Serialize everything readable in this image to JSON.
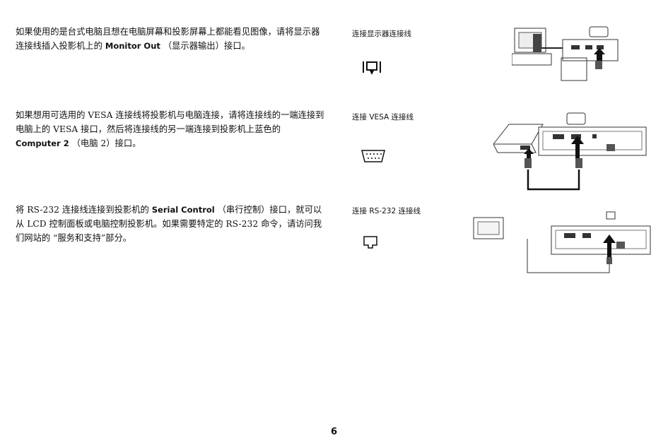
{
  "sections": [
    {
      "text_before": "如果使用的是台式电脑且想在电脑屏幕和投影屏幕上都能看见图像，请将显示器连接线插入投影机上的 ",
      "bold": "Monitor Out",
      "text_after": " （显示器输出）接口。",
      "heading": "连接显示器连接线",
      "icon": "monitor-out-icon"
    },
    {
      "text_before": "如果想用可选用的 VESA 连接线将投影机与电脑连接，请将连接线的一端连接到电脑上的 VESA 接口，然后将连接线的另一端连接到投影机上蓝色的 ",
      "bold": "Computer 2",
      "text_after": " （电脑 2）接口。",
      "heading": "连接 VESA 连接线",
      "icon": "vga-port-icon"
    },
    {
      "text_before": "将 RS-232 连接线连接到投影机的 ",
      "bold": "Serial Control",
      "text_after": " （串行控制）接口，就可以从 LCD 控制面板或电脑控制投影机。如果需要特定的 RS-232 命令，请访问我们网站的 “服务和支持”部分。",
      "heading": "连接 RS-232 连接线",
      "icon": "serial-port-icon"
    }
  ],
  "page_number": "6"
}
